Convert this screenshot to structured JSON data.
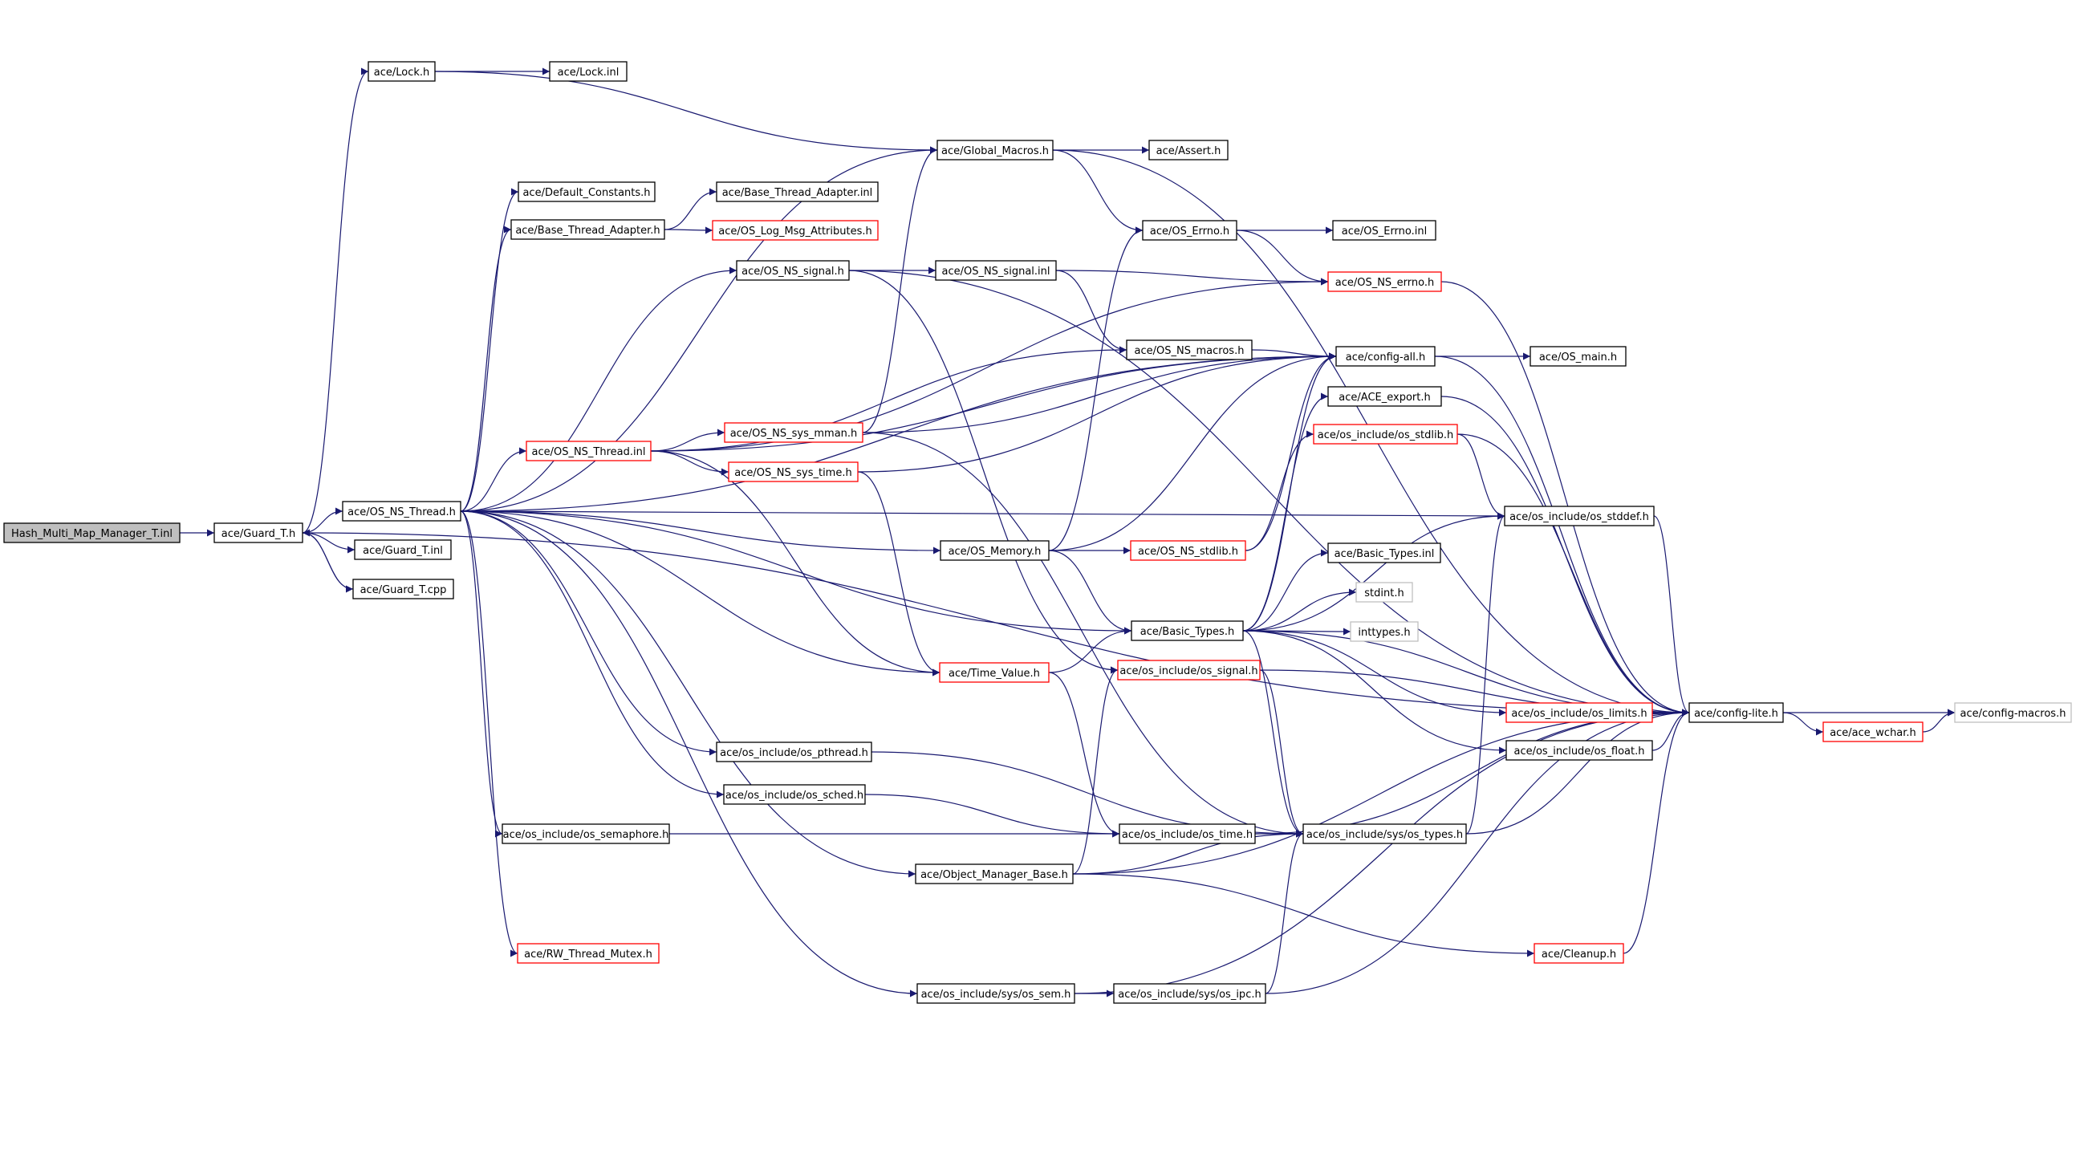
{
  "palette": {
    "edge": "#191970",
    "node_border": "#000000",
    "node_border_incomplete": "#ff0000",
    "node_border_external": "#bfbfbf",
    "root_fill": "#bfbfbf",
    "node_fill": "#ffffff",
    "text": "#000000"
  },
  "nodes": [
    {
      "id": "root",
      "label": "Hash_Multi_Map_Manager_T.inl",
      "kind": "root"
    },
    {
      "id": "guard_h",
      "label": "ace/Guard_T.h",
      "kind": "normal"
    },
    {
      "id": "lock_h",
      "label": "ace/Lock.h",
      "kind": "normal"
    },
    {
      "id": "lock_inl",
      "label": "ace/Lock.inl",
      "kind": "normal"
    },
    {
      "id": "os_ns_thread_h",
      "label": "ace/OS_NS_Thread.h",
      "kind": "normal"
    },
    {
      "id": "guard_inl",
      "label": "ace/Guard_T.inl",
      "kind": "normal"
    },
    {
      "id": "guard_cpp",
      "label": "ace/Guard_T.cpp",
      "kind": "normal"
    },
    {
      "id": "global_macros",
      "label": "ace/Global_Macros.h",
      "kind": "normal"
    },
    {
      "id": "assert_h",
      "label": "ace/Assert.h",
      "kind": "normal"
    },
    {
      "id": "default_constants",
      "label": "ace/Default_Constants.h",
      "kind": "normal"
    },
    {
      "id": "bta_inl",
      "label": "ace/Base_Thread_Adapter.inl",
      "kind": "normal"
    },
    {
      "id": "bta_h",
      "label": "ace/Base_Thread_Adapter.h",
      "kind": "normal"
    },
    {
      "id": "log_msg_attr",
      "label": "ace/OS_Log_Msg_Attributes.h",
      "kind": "incomplete"
    },
    {
      "id": "os_errno_h",
      "label": "ace/OS_Errno.h",
      "kind": "normal"
    },
    {
      "id": "os_errno_inl",
      "label": "ace/OS_Errno.inl",
      "kind": "normal"
    },
    {
      "id": "os_ns_signal_h",
      "label": "ace/OS_NS_signal.h",
      "kind": "normal"
    },
    {
      "id": "os_ns_signal_inl",
      "label": "ace/OS_NS_signal.inl",
      "kind": "normal"
    },
    {
      "id": "os_ns_errno_h",
      "label": "ace/OS_NS_errno.h",
      "kind": "incomplete"
    },
    {
      "id": "os_ns_macros",
      "label": "ace/OS_NS_macros.h",
      "kind": "normal"
    },
    {
      "id": "config_all",
      "label": "ace/config-all.h",
      "kind": "normal"
    },
    {
      "id": "os_main",
      "label": "ace/OS_main.h",
      "kind": "normal"
    },
    {
      "id": "ace_export",
      "label": "ace/ACE_export.h",
      "kind": "normal"
    },
    {
      "id": "os_ns_thread_inl",
      "label": "ace/OS_NS_Thread.inl",
      "kind": "incomplete"
    },
    {
      "id": "os_ns_sys_mman",
      "label": "ace/OS_NS_sys_mman.h",
      "kind": "incomplete"
    },
    {
      "id": "os_stdlib",
      "label": "ace/os_include/os_stdlib.h",
      "kind": "incomplete"
    },
    {
      "id": "os_ns_sys_time",
      "label": "ace/OS_NS_sys_time.h",
      "kind": "incomplete"
    },
    {
      "id": "os_stddef",
      "label": "ace/os_include/os_stddef.h",
      "kind": "normal"
    },
    {
      "id": "os_memory",
      "label": "ace/OS_Memory.h",
      "kind": "normal"
    },
    {
      "id": "os_ns_stdlib",
      "label": "ace/OS_NS_stdlib.h",
      "kind": "incomplete"
    },
    {
      "id": "basic_types_inl",
      "label": "ace/Basic_Types.inl",
      "kind": "normal"
    },
    {
      "id": "stdint_h",
      "label": "stdint.h",
      "kind": "external"
    },
    {
      "id": "basic_types_h",
      "label": "ace/Basic_Types.h",
      "kind": "normal"
    },
    {
      "id": "inttypes_h",
      "label": "inttypes.h",
      "kind": "external"
    },
    {
      "id": "time_value",
      "label": "ace/Time_Value.h",
      "kind": "incomplete"
    },
    {
      "id": "os_signal",
      "label": "ace/os_include/os_signal.h",
      "kind": "incomplete"
    },
    {
      "id": "os_limits",
      "label": "ace/os_include/os_limits.h",
      "kind": "incomplete"
    },
    {
      "id": "config_lite",
      "label": "ace/config-lite.h",
      "kind": "normal"
    },
    {
      "id": "config_macros",
      "label": "ace/config-macros.h",
      "kind": "external"
    },
    {
      "id": "ace_wchar",
      "label": "ace/ace_wchar.h",
      "kind": "incomplete"
    },
    {
      "id": "os_float",
      "label": "ace/os_include/os_float.h",
      "kind": "normal"
    },
    {
      "id": "os_pthread",
      "label": "ace/os_include/os_pthread.h",
      "kind": "normal"
    },
    {
      "id": "os_sched",
      "label": "ace/os_include/os_sched.h",
      "kind": "normal"
    },
    {
      "id": "os_semaphore",
      "label": "ace/os_include/os_semaphore.h",
      "kind": "normal"
    },
    {
      "id": "os_time",
      "label": "ace/os_include/os_time.h",
      "kind": "normal"
    },
    {
      "id": "sys_os_types",
      "label": "ace/os_include/sys/os_types.h",
      "kind": "normal"
    },
    {
      "id": "obj_mgr_base",
      "label": "ace/Object_Manager_Base.h",
      "kind": "normal"
    },
    {
      "id": "cleanup",
      "label": "ace/Cleanup.h",
      "kind": "incomplete"
    },
    {
      "id": "rw_thread_mutex",
      "label": "ace/RW_Thread_Mutex.h",
      "kind": "incomplete"
    },
    {
      "id": "sys_os_sem",
      "label": "ace/os_include/sys/os_sem.h",
      "kind": "normal"
    },
    {
      "id": "sys_os_ipc",
      "label": "ace/os_include/sys/os_ipc.h",
      "kind": "normal"
    }
  ],
  "edges": [
    [
      "root",
      "guard_h"
    ],
    [
      "guard_h",
      "lock_h"
    ],
    [
      "lock_h",
      "lock_inl"
    ],
    [
      "lock_h",
      "global_macros"
    ],
    [
      "guard_h",
      "os_ns_thread_h"
    ],
    [
      "guard_h",
      "guard_inl"
    ],
    [
      "guard_h",
      "guard_cpp"
    ],
    [
      "guard_cpp",
      "guard_h"
    ],
    [
      "guard_h",
      "config_lite"
    ],
    [
      "global_macros",
      "assert_h"
    ],
    [
      "global_macros",
      "os_errno_h"
    ],
    [
      "global_macros",
      "config_lite"
    ],
    [
      "os_errno_h",
      "os_errno_inl"
    ],
    [
      "os_errno_h",
      "os_ns_errno_h"
    ],
    [
      "bta_h",
      "bta_inl"
    ],
    [
      "bta_h",
      "log_msg_attr"
    ],
    [
      "os_ns_signal_h",
      "os_ns_signal_inl"
    ],
    [
      "os_ns_signal_h",
      "config_lite"
    ],
    [
      "os_ns_signal_h",
      "os_signal"
    ],
    [
      "os_ns_signal_inl",
      "os_ns_errno_h"
    ],
    [
      "os_ns_signal_inl",
      "os_ns_macros"
    ],
    [
      "os_ns_errno_h",
      "config_lite"
    ],
    [
      "os_ns_macros",
      "config_all"
    ],
    [
      "config_all",
      "os_main"
    ],
    [
      "config_all",
      "config_lite"
    ],
    [
      "ace_export",
      "config_lite"
    ],
    [
      "os_ns_thread_h",
      "default_constants"
    ],
    [
      "os_ns_thread_h",
      "bta_h"
    ],
    [
      "os_ns_thread_h",
      "global_macros"
    ],
    [
      "os_ns_thread_h",
      "os_ns_signal_h"
    ],
    [
      "os_ns_thread_h",
      "os_ns_thread_inl"
    ],
    [
      "os_ns_thread_h",
      "config_all"
    ],
    [
      "os_ns_thread_h",
      "os_memory"
    ],
    [
      "os_ns_thread_h",
      "os_stddef"
    ],
    [
      "os_ns_thread_h",
      "basic_types_h"
    ],
    [
      "os_ns_thread_h",
      "os_pthread"
    ],
    [
      "os_ns_thread_h",
      "os_sched"
    ],
    [
      "os_ns_thread_h",
      "os_semaphore"
    ],
    [
      "os_ns_thread_h",
      "obj_mgr_base"
    ],
    [
      "os_ns_thread_h",
      "rw_thread_mutex"
    ],
    [
      "os_ns_thread_h",
      "sys_os_sem"
    ],
    [
      "os_ns_thread_h",
      "time_value"
    ],
    [
      "os_ns_thread_inl",
      "os_ns_sys_mman"
    ],
    [
      "os_ns_thread_inl",
      "os_ns_sys_time"
    ],
    [
      "os_ns_thread_inl",
      "os_ns_macros"
    ],
    [
      "os_ns_thread_inl",
      "os_ns_errno_h"
    ],
    [
      "os_ns_thread_inl",
      "config_all"
    ],
    [
      "os_ns_thread_inl",
      "time_value"
    ],
    [
      "os_ns_sys_mman",
      "global_macros"
    ],
    [
      "os_ns_sys_mman",
      "config_all"
    ],
    [
      "os_ns_sys_mman",
      "sys_os_types"
    ],
    [
      "os_ns_sys_time",
      "config_all"
    ],
    [
      "os_ns_sys_time",
      "time_value"
    ],
    [
      "os_memory",
      "os_errno_h"
    ],
    [
      "os_memory",
      "os_ns_stdlib"
    ],
    [
      "os_memory",
      "basic_types_h"
    ],
    [
      "os_memory",
      "config_all"
    ],
    [
      "os_ns_stdlib",
      "config_all"
    ],
    [
      "os_ns_stdlib",
      "os_stdlib"
    ],
    [
      "os_stdlib",
      "os_stddef"
    ],
    [
      "os_stdlib",
      "config_lite"
    ],
    [
      "os_stddef",
      "config_lite"
    ],
    [
      "basic_types_h",
      "basic_types_inl"
    ],
    [
      "basic_types_h",
      "stdint_h"
    ],
    [
      "basic_types_h",
      "inttypes_h"
    ],
    [
      "basic_types_h",
      "config_all"
    ],
    [
      "basic_types_h",
      "ace_export"
    ],
    [
      "basic_types_h",
      "os_stddef"
    ],
    [
      "basic_types_h",
      "os_limits"
    ],
    [
      "basic_types_h",
      "os_float"
    ],
    [
      "basic_types_h",
      "config_lite"
    ],
    [
      "basic_types_h",
      "sys_os_types"
    ],
    [
      "time_value",
      "basic_types_h"
    ],
    [
      "time_value",
      "os_time"
    ],
    [
      "os_signal",
      "sys_os_types"
    ],
    [
      "os_signal",
      "config_lite"
    ],
    [
      "os_limits",
      "config_lite"
    ],
    [
      "os_float",
      "config_lite"
    ],
    [
      "config_lite",
      "config_macros"
    ],
    [
      "config_lite",
      "ace_wchar"
    ],
    [
      "ace_wchar",
      "config_macros"
    ],
    [
      "os_pthread",
      "sys_os_types"
    ],
    [
      "os_sched",
      "os_time"
    ],
    [
      "os_semaphore",
      "os_time"
    ],
    [
      "os_time",
      "sys_os_types"
    ],
    [
      "os_time",
      "config_lite"
    ],
    [
      "sys_os_types",
      "os_stddef"
    ],
    [
      "sys_os_types",
      "config_lite"
    ],
    [
      "obj_mgr_base",
      "os_signal"
    ],
    [
      "obj_mgr_base",
      "sys_os_types"
    ],
    [
      "obj_mgr_base",
      "cleanup"
    ],
    [
      "obj_mgr_base",
      "config_lite"
    ],
    [
      "cleanup",
      "config_lite"
    ],
    [
      "sys_os_sem",
      "sys_os_ipc"
    ],
    [
      "sys_os_sem",
      "config_lite"
    ],
    [
      "sys_os_ipc",
      "sys_os_types"
    ],
    [
      "sys_os_ipc",
      "config_lite"
    ]
  ]
}
